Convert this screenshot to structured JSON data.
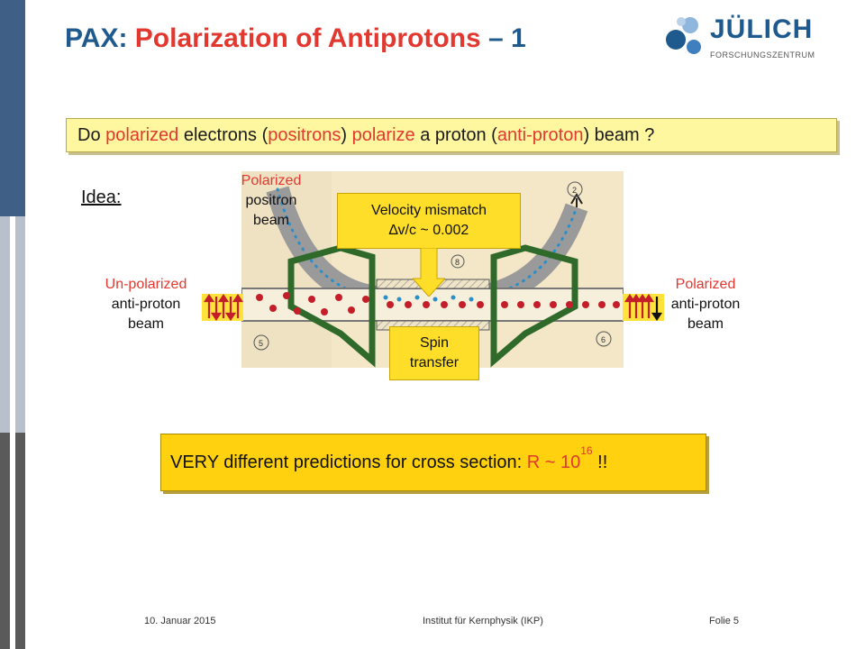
{
  "title": {
    "prefix": "PAX:",
    "main": "Polarization of Antiprotons",
    "suffix": "– 1"
  },
  "logo": {
    "name": "JÜLICH",
    "sub": "FORSCHUNGSZENTRUM"
  },
  "question": {
    "p1": "Do ",
    "p2": "polarized",
    "p3": " electrons (",
    "p4": "positrons",
    "p5": ") ",
    "p6": "polarize",
    "p7": " a proton (",
    "p8": "anti-proton",
    "p9": ") beam ?"
  },
  "idea": "Idea:",
  "labels": {
    "positron": {
      "l1": "Polarized",
      "l2": "positron",
      "l3": "beam"
    },
    "unpolarized": {
      "l1": "Un-polarized",
      "l2": "anti-proton",
      "l3": "beam"
    },
    "polarized": {
      "l1": "Polarized",
      "l2": "anti-proton",
      "l3": "beam"
    }
  },
  "velocity_box": {
    "l1": "Velocity mismatch",
    "l2": "∆v/c ~ 0.002"
  },
  "spin_box": {
    "l1": "Spin",
    "l2": "transfer"
  },
  "diagram_numbers": {
    "n2": "2",
    "n8": "8",
    "n5": "5",
    "n6": "6"
  },
  "result": {
    "text": "VERY different predictions for cross section: ",
    "r": "R ~ 10",
    "exp": "16",
    "end": " !!"
  },
  "footer": {
    "date": "10. Januar 2015",
    "institute": "Institut für Kernphysik (IKP)",
    "page": "Folie 5"
  },
  "colors": {
    "title_blue": "#1f5a8e",
    "accent_red": "#e2382f",
    "highlight_yellow": "#ffd10f"
  }
}
